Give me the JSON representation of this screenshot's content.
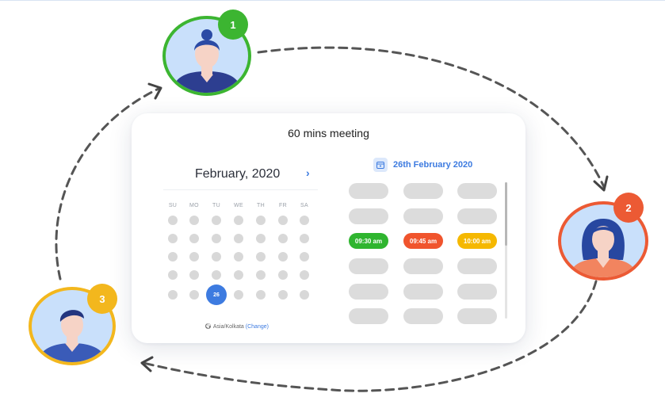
{
  "meeting": {
    "title": "60 mins meeting",
    "month_label": "February, 2020",
    "next_icon": "chevron-right-icon",
    "weekdays": [
      "SU",
      "MO",
      "TU",
      "WE",
      "TH",
      "FR",
      "SA"
    ],
    "selected_day": "26",
    "timezone": "Asia/Kolkata",
    "timezone_change": "(Change)",
    "selected_date_label": "26th February 2020",
    "time_slots": [
      {
        "label": "09:30 am",
        "color": "#2fb52f"
      },
      {
        "label": "09:45 am",
        "color": "#f0542d"
      },
      {
        "label": "10:00 am",
        "color": "#f5b800"
      }
    ]
  },
  "participants": [
    {
      "number": "1",
      "color": "#3cb531",
      "icon": "woman-avatar-icon"
    },
    {
      "number": "2",
      "color": "#ec5a34",
      "icon": "woman-avatar-icon"
    },
    {
      "number": "3",
      "color": "#f3b71d",
      "icon": "man-avatar-icon"
    }
  ]
}
